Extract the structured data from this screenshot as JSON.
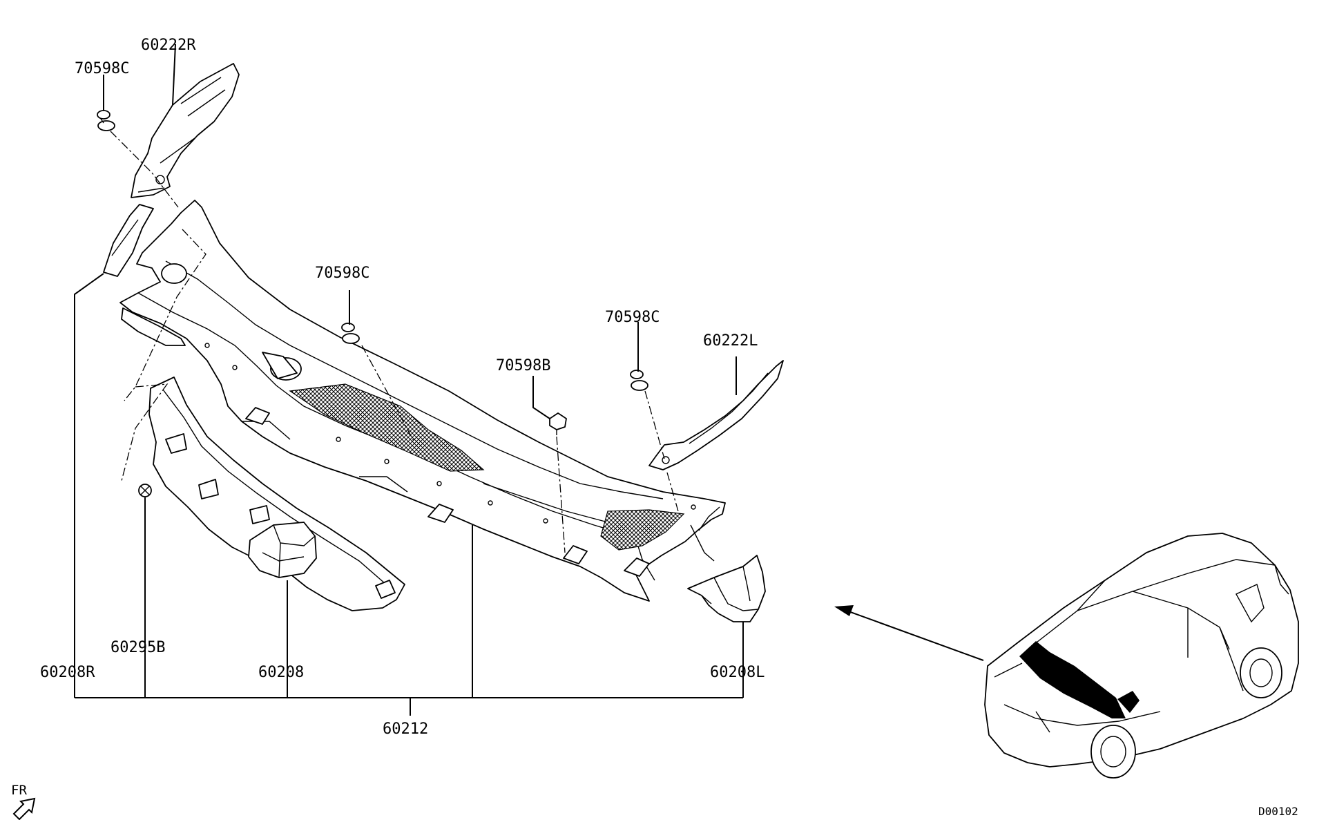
{
  "labels": {
    "p60222R": "60222R",
    "p70598C_a": "70598C",
    "p70598C_b": "70598C",
    "p70598C_c": "70598C",
    "p60222L": "60222L",
    "p70598B": "70598B",
    "p60295B": "60295B",
    "p60208R": "60208R",
    "p60208": "60208",
    "p60208L": "60208L",
    "p60212": "60212",
    "fr": "FR",
    "code": "D00102"
  }
}
